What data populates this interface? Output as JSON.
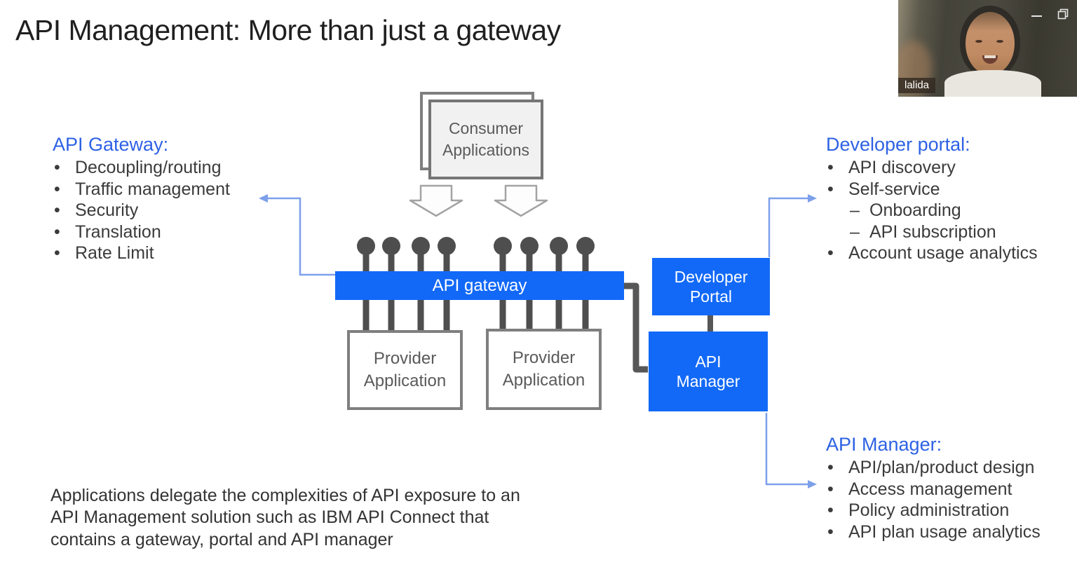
{
  "title": "API Management: More than just a gateway",
  "left_notes": {
    "heading": "API Gateway:",
    "items": [
      {
        "label": "Decoupling/routing",
        "level": 1
      },
      {
        "label": "Traffic management",
        "level": 1
      },
      {
        "label": "Security",
        "level": 1
      },
      {
        "label": "Translation",
        "level": 1
      },
      {
        "label": "Rate Limit",
        "level": 1
      }
    ]
  },
  "right_top_notes": {
    "heading": "Developer portal:",
    "items": [
      {
        "label": "API discovery",
        "level": 1
      },
      {
        "label": "Self-service",
        "level": 1
      },
      {
        "label": "Onboarding",
        "level": 2
      },
      {
        "label": "API subscription",
        "level": 2
      },
      {
        "label": "Account usage analytics",
        "level": 1
      }
    ]
  },
  "right_bottom_notes": {
    "heading": "API Manager:",
    "items": [
      {
        "label": "API/plan/product design",
        "level": 1
      },
      {
        "label": "Access management",
        "level": 1
      },
      {
        "label": "Policy administration",
        "level": 1
      },
      {
        "label": "API plan usage analytics",
        "level": 1
      }
    ]
  },
  "diagram": {
    "consumer_box_label": "Consumer Applications",
    "gateway_bar_label": "API gateway",
    "provider_box_left_label": "Provider Application",
    "provider_box_right_label": "Provider Application",
    "developer_portal_label": "Developer Portal",
    "api_manager_label": "API Manager"
  },
  "caption": "Applications delegate the complexities of API exposure to an API Management solution such as IBM API Connect that contains a gateway, portal and API manager",
  "webcam": {
    "name_tag": "lalida"
  },
  "colors": {
    "heading_blue": "#2e62e4",
    "box_blue": "#1269f7",
    "connector_blue": "#7da0ea",
    "connector_gray": "#575757",
    "border_gray": "#7f7f7f"
  }
}
